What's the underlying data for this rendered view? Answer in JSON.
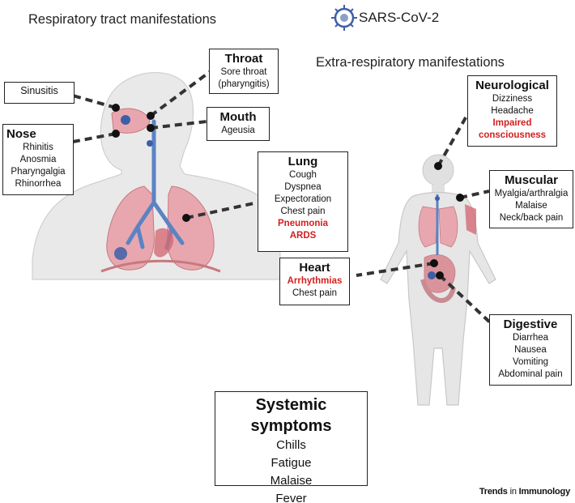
{
  "headings": {
    "respiratory": "Respiratory tract manifestations",
    "extra_respiratory": "Extra-respiratory manifestations",
    "virus": "SARS-CoV-2"
  },
  "boxes": {
    "sinusitis": {
      "title": "Sinusitis",
      "items": []
    },
    "nose": {
      "title": "Nose",
      "items": [
        "Rhinitis",
        "Anosmia",
        "Pharyngalgia",
        "Rhinorrhea"
      ]
    },
    "throat": {
      "title": "Throat",
      "items": [
        "Sore throat",
        "(pharyngitis)"
      ]
    },
    "mouth": {
      "title": "Mouth",
      "items": [
        "Ageusia"
      ]
    },
    "lung": {
      "title": "Lung",
      "items": [
        "Cough",
        "Dyspnea",
        "Expectoration",
        "Chest pain"
      ],
      "highlight": [
        "Pneumonia",
        "ARDS"
      ]
    },
    "heart": {
      "title": "Heart",
      "highlight": [
        "Arrhythmias"
      ],
      "items": [
        "Chest pain"
      ]
    },
    "neurological": {
      "title": "Neurological",
      "items": [
        "Dizziness",
        "Headache"
      ],
      "highlight": [
        "Impaired",
        "consciousness"
      ]
    },
    "muscular": {
      "title": "Muscular",
      "items": [
        "Myalgia/arthralgia",
        "Malaise",
        "Neck/back pain"
      ]
    },
    "digestive": {
      "title": "Digestive",
      "items": [
        "Diarrhea",
        "Nausea",
        "Vomiting",
        "Abdominal pain"
      ]
    },
    "systemic": {
      "title": "Systemic symptoms",
      "items": [
        "Chills",
        "Fatigue",
        "Malaise",
        "Fever"
      ]
    }
  },
  "credit": {
    "bold": "Trends",
    "light": " in ",
    "bold2": "Immunology"
  },
  "colors": {
    "accent_red": "#d21f1f",
    "virus_blue": "#3d5fa8",
    "lung_pink": "#e8a7ae",
    "airway_blue": "#5b83c4",
    "body_grey": "#e6e6e6"
  },
  "icons": [
    "virus-icon",
    "head-torso-illustration",
    "human-body-illustration"
  ]
}
